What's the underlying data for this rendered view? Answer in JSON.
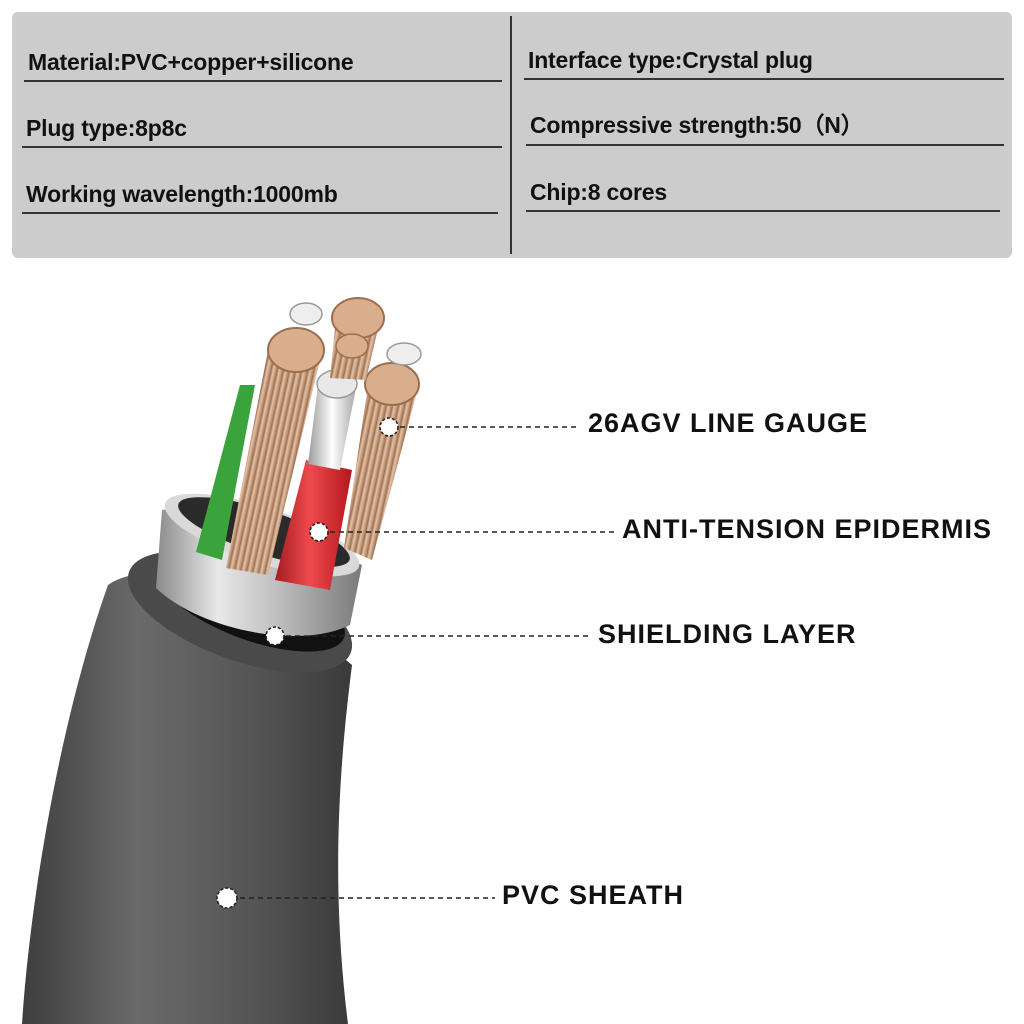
{
  "specs": {
    "left": [
      {
        "label": "Material:PVC+copper+silicone"
      },
      {
        "label": "Plug type:8p8c"
      },
      {
        "label": "Working wavelength:1000mb"
      }
    ],
    "right": [
      {
        "label": "Interface type:Crystal plug"
      },
      {
        "label": "Compressive strength:50（N）"
      },
      {
        "label": "Chip:8 cores"
      }
    ]
  },
  "callouts": {
    "line_gauge": "26AGV LINE GAUGE",
    "epidermis": "ANTI-TENSION EPIDERMIS",
    "shielding": "SHIELDING LAYER",
    "sheath": "PVC SHEATH"
  },
  "colors": {
    "panel": "#cccccc",
    "sheath": "#555555",
    "copper": "#c99a78",
    "red_insulation": "#d7282d",
    "green_insulation": "#3aa33c",
    "shield": "#b8b8b8"
  }
}
